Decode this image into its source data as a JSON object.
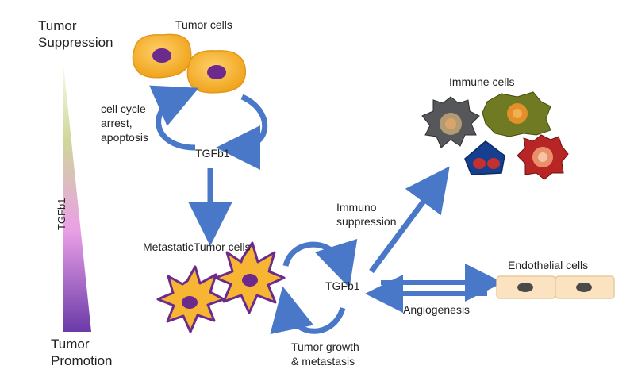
{
  "gradient_labels": {
    "top": [
      "Tumor",
      "Suppression"
    ],
    "bottom": [
      "Tumor",
      "Promotion"
    ],
    "axis": "TGFb1",
    "colors": {
      "top": "#f4f0cf",
      "middle": "#e9a8e8",
      "bottom": "#6b3ea7"
    }
  },
  "top_section": {
    "cells_title": "Tumor cells",
    "left_loop_label": [
      "cell cycle",
      "arrest,",
      "apoptosis"
    ],
    "center_label": "TGFb1"
  },
  "middle_section": {
    "cells_title": "MetastaticTumor cells",
    "center_label": "TGFb1",
    "bottom_label": [
      "Tumor growth",
      "& metastasis"
    ]
  },
  "right_side": {
    "immune_title": "Immune cells",
    "immune_arrow_label": [
      "Immuno",
      "suppression"
    ],
    "endothelial_title": "Endothelial cells",
    "endothelial_arrow_label": "Angiogenesis"
  },
  "colors": {
    "arrow": "#4a78c8",
    "tumor_cell": "#f6b533",
    "nucleus": "#6b2a8c",
    "endothelial": "#fbe3c1"
  }
}
